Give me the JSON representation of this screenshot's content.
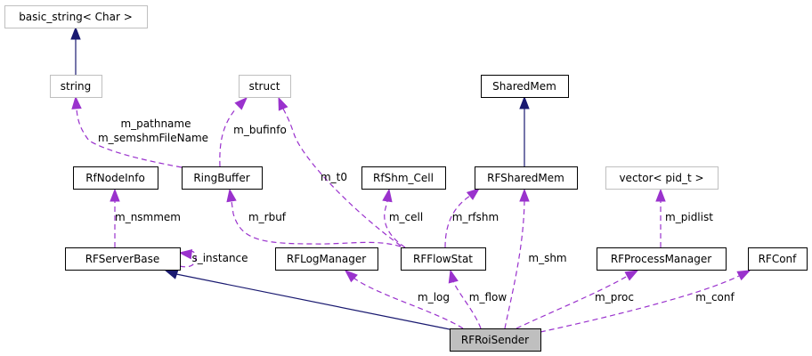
{
  "colors": {
    "inheritance": "#191970",
    "usage": "#9a32cd",
    "node_border": "#000000",
    "external_border": "#bfbfbf",
    "focus_fill": "#bfbfbf"
  },
  "nodes": [
    {
      "id": "basic_string",
      "label": "basic_string< Char >",
      "kind": "external"
    },
    {
      "id": "string",
      "label": "string",
      "kind": "external"
    },
    {
      "id": "struct",
      "label": "struct",
      "kind": "external"
    },
    {
      "id": "SharedMem",
      "label": "SharedMem",
      "kind": "class"
    },
    {
      "id": "RfNodeInfo",
      "label": "RfNodeInfo",
      "kind": "class"
    },
    {
      "id": "RingBuffer",
      "label": "RingBuffer",
      "kind": "class"
    },
    {
      "id": "RfShm_Cell",
      "label": "RfShm_Cell",
      "kind": "class"
    },
    {
      "id": "RFSharedMem",
      "label": "RFSharedMem",
      "kind": "class"
    },
    {
      "id": "vector_pid",
      "label": "vector< pid_t >",
      "kind": "external"
    },
    {
      "id": "RFServerBase",
      "label": "RFServerBase",
      "kind": "class"
    },
    {
      "id": "RFLogManager",
      "label": "RFLogManager",
      "kind": "class"
    },
    {
      "id": "RFFlowStat",
      "label": "RFFlowStat",
      "kind": "class"
    },
    {
      "id": "RFProcessManager",
      "label": "RFProcessManager",
      "kind": "class"
    },
    {
      "id": "RFConf",
      "label": "RFConf",
      "kind": "class"
    },
    {
      "id": "RFRoiSender",
      "label": "RFRoiSender",
      "kind": "focus"
    }
  ],
  "edges": [
    {
      "id": "e1",
      "from": "string",
      "to": "basic_string",
      "type": "inheritance",
      "labels": []
    },
    {
      "id": "e2",
      "from": "RFSharedMem",
      "to": "SharedMem",
      "type": "inheritance",
      "labels": []
    },
    {
      "id": "e3",
      "from": "RingBuffer",
      "to": "string",
      "type": "usage",
      "labels": [
        "m_pathname",
        "m_semshmFileName"
      ]
    },
    {
      "id": "e4",
      "from": "RingBuffer",
      "to": "struct",
      "type": "usage",
      "labels": [
        "m_bufinfo"
      ]
    },
    {
      "id": "e5",
      "from": "RFFlowStat",
      "to": "struct",
      "type": "usage",
      "labels": [
        "m_t0"
      ]
    },
    {
      "id": "e6",
      "from": "RFServerBase",
      "to": "RfNodeInfo",
      "type": "usage",
      "labels": [
        "m_nsmmem"
      ]
    },
    {
      "id": "e7",
      "from": "RFFlowStat",
      "to": "RingBuffer",
      "type": "usage",
      "labels": [
        "m_rbuf"
      ]
    },
    {
      "id": "e8",
      "from": "RFFlowStat",
      "to": "RfShm_Cell",
      "type": "usage",
      "labels": [
        "m_cell"
      ]
    },
    {
      "id": "e9",
      "from": "RFFlowStat",
      "to": "RFSharedMem",
      "type": "usage",
      "labels": [
        "m_rfshm"
      ]
    },
    {
      "id": "e10",
      "from": "RFProcessManager",
      "to": "vector_pid",
      "type": "usage",
      "labels": [
        "m_pidlist"
      ]
    },
    {
      "id": "e11",
      "from": "RFServerBase",
      "to": "RFServerBase",
      "type": "usage",
      "labels": [
        "s_instance"
      ]
    },
    {
      "id": "e12",
      "from": "RFRoiSender",
      "to": "RFServerBase",
      "type": "inheritance",
      "labels": []
    },
    {
      "id": "e13",
      "from": "RFRoiSender",
      "to": "RFLogManager",
      "type": "usage",
      "labels": [
        "m_log"
      ]
    },
    {
      "id": "e14",
      "from": "RFRoiSender",
      "to": "RFFlowStat",
      "type": "usage",
      "labels": [
        "m_flow"
      ]
    },
    {
      "id": "e15",
      "from": "RFRoiSender",
      "to": "RFSharedMem",
      "type": "usage",
      "labels": [
        "m_shm"
      ]
    },
    {
      "id": "e16",
      "from": "RFRoiSender",
      "to": "RFProcessManager",
      "type": "usage",
      "labels": [
        "m_proc"
      ]
    },
    {
      "id": "e17",
      "from": "RFRoiSender",
      "to": "RFConf",
      "type": "usage",
      "labels": [
        "m_conf"
      ]
    }
  ]
}
